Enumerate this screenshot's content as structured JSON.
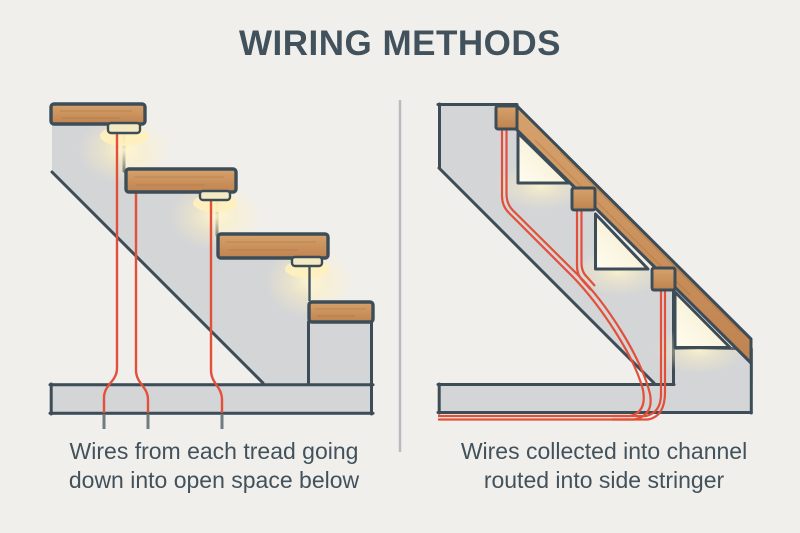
{
  "title": "WIRING METHODS",
  "panels": {
    "left": {
      "caption_line1": "Wires from each tread going",
      "caption_line2": "down into open space below"
    },
    "right": {
      "caption_line1": "Wires collected into channel",
      "caption_line2": "routed into side stringer"
    }
  },
  "colors": {
    "background": "#f1efeb",
    "text": "#42525d",
    "outline": "#3d4d58",
    "gray_fill": "#d4d5d7",
    "wood": "#c8915c",
    "wood_grain": "#a06b38",
    "red_wire": "#e2503a",
    "fixture_cream": "#f3e9c2",
    "glow": "#fff3c4",
    "triangle_light": "#fbf3d6",
    "divider": "#b8bcc0",
    "wire_tick": "#6e7c84"
  }
}
